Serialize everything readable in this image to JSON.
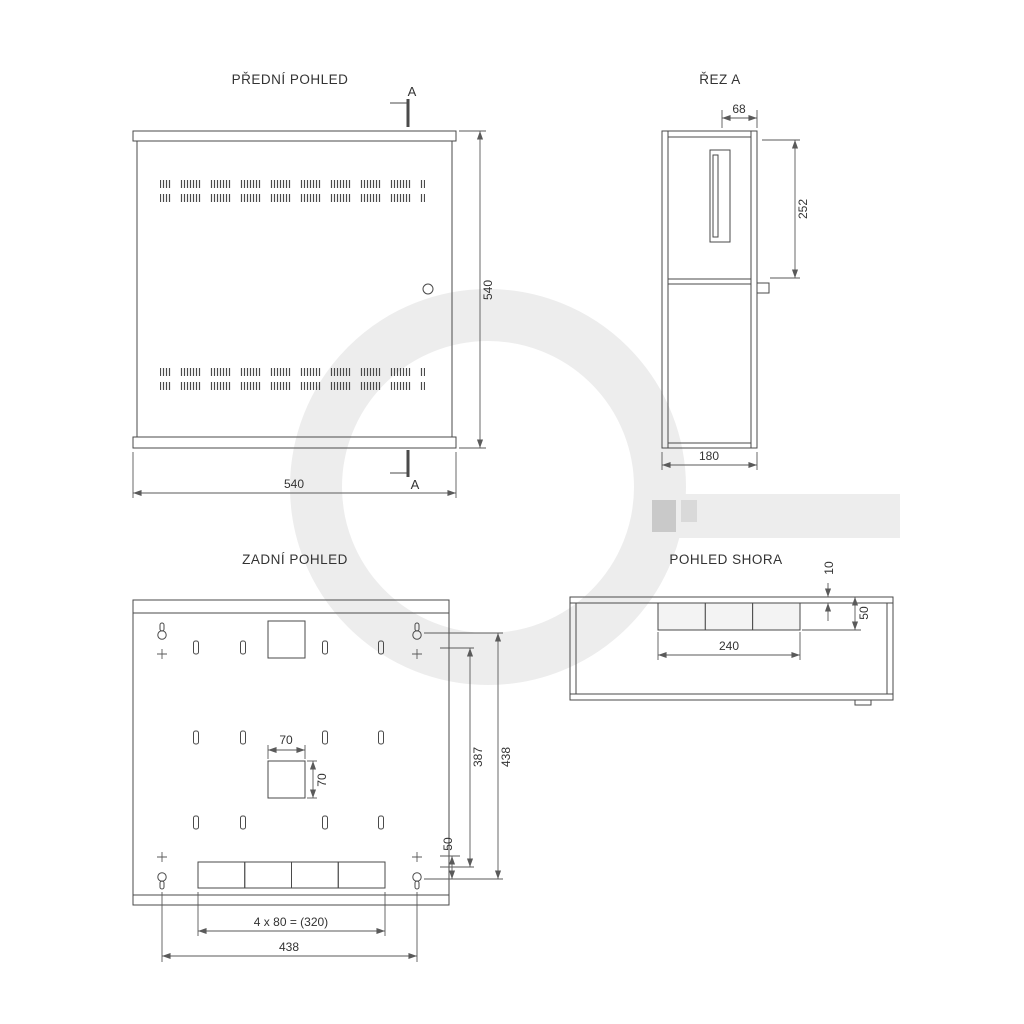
{
  "titles": {
    "front": "PŘEDNÍ POHLED",
    "section": "ŘEZ A",
    "rear": "ZADNÍ POHLED",
    "top": "POHLED SHORA"
  },
  "front": {
    "section_label_top": "A",
    "section_label_bottom": "A",
    "dim_height": "540",
    "dim_width": "540"
  },
  "section": {
    "dim_door_depth": "68",
    "dim_component_height": "252",
    "dim_depth": "180"
  },
  "rear": {
    "dim_square_width": "70",
    "dim_square_height": "70",
    "dim_inner_span": "387",
    "dim_mount_span": "438",
    "dim_bottom_offset": "50",
    "dim_knockout_row": "4 x 80 = (320)",
    "dim_width": "438"
  },
  "top": {
    "dim_lip": "10",
    "dim_gland_depth": "50",
    "dim_gland_width": "240"
  },
  "colors": {
    "background": "#ffffff",
    "line": "#4a4a4a",
    "dim": "#5a5a5a",
    "text": "#333333",
    "watermark_light": "#ededed",
    "watermark_mid": "#c9c9c9"
  }
}
